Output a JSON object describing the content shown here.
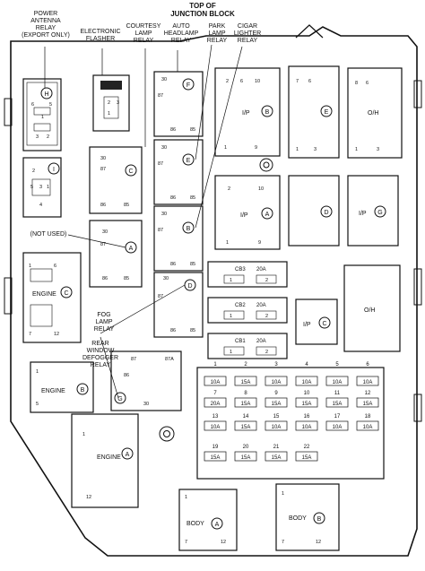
{
  "title": "TOP OF\nJUNCTION BLOCK",
  "labels": {
    "power_antenna": "POWER\nANTENNA\nRELAY\n(EXPORT ONLY)",
    "electronic_flasher": "ELECTRONIC\nFLASHER",
    "courtesy_lamp": "COURTESY\nLAMP\nRELAY",
    "auto_headlamp": "AUTO\nHEADLAMP\nRELAY",
    "park_lamp": "PARK\nLAMP\nRELAY",
    "cigar_lighter": "CIGAR\nLIGHTER\nRELAY",
    "not_used": "(NOT USED)",
    "fog_lamp": "FOG\nLAMP\nRELAY",
    "rear_window": "REAR\nWINDOW\nDEFOGGER\nRELAY"
  },
  "connectors": {
    "engine": "ENGINE",
    "body": "BODY",
    "ip": "I/P",
    "oh": "O/H"
  },
  "circuit_breakers": [
    {
      "name": "CB3",
      "rating": "20A"
    },
    {
      "name": "CB2",
      "rating": "20A"
    },
    {
      "name": "CB1",
      "rating": "20A"
    }
  ],
  "fuse_columns": [
    "1",
    "2",
    "3",
    "4",
    "5",
    "6"
  ],
  "fuses": [
    [
      "10A",
      "15A",
      "10A",
      "10A",
      "10A",
      "10A"
    ],
    [
      "7",
      "8",
      "9",
      "10",
      "11",
      "12"
    ],
    [
      "20A",
      "15A",
      "15A",
      "15A",
      "15A",
      "15A"
    ],
    [
      "13",
      "14",
      "15",
      "16",
      "17",
      "18"
    ],
    [
      "10A",
      "15A",
      "10A",
      "10A",
      "10A",
      "10A"
    ],
    [
      "19",
      "20",
      "21",
      "22"
    ],
    [
      "15A",
      "15A",
      "15A",
      "15A"
    ]
  ],
  "cavity_letters": [
    "H",
    "I",
    "C",
    "F",
    "E",
    "B",
    "A",
    "D",
    "G",
    "B",
    "A",
    "E",
    "D",
    "B",
    "G",
    "C",
    "C"
  ],
  "relay_pins": [
    "30",
    "87",
    "87A",
    "86",
    "85"
  ]
}
